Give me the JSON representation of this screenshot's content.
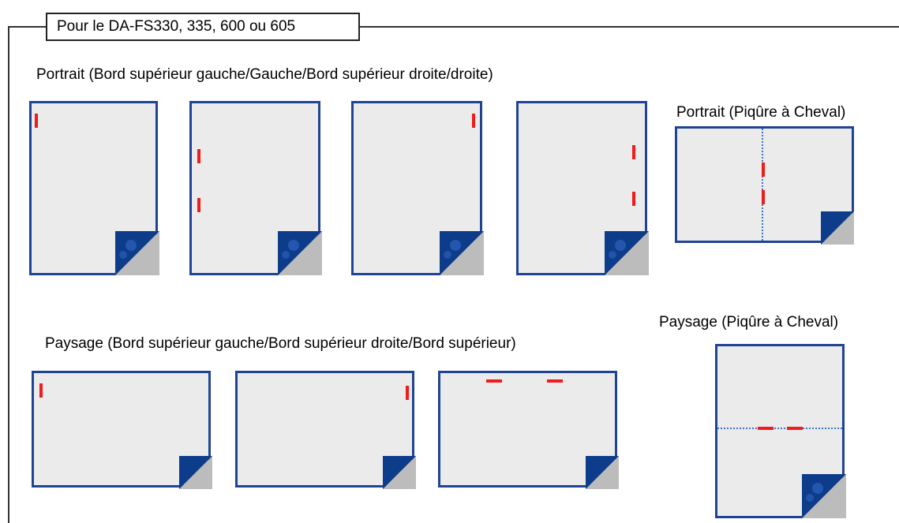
{
  "title": "Pour le DA-FS330, 335, 600 ou 605",
  "sections": {
    "portrait": "Portrait (Bord supérieur gauche/Gauche/Bord supérieur droite/droite)",
    "portrait_saddle": "Portrait (Piqûre à Cheval)",
    "landscape": "Paysage (Bord supérieur gauche/Bord supérieur droite/Bord supérieur)",
    "landscape_saddle": "Paysage (Piqûre à Cheval)"
  },
  "colors": {
    "sheet_border": "#1f4496",
    "sheet_fill": "#ebebeb",
    "staple": "#ee1c1c",
    "corner_dark": "#0d3c8a",
    "corner_shadow": "#b5b5b5"
  }
}
